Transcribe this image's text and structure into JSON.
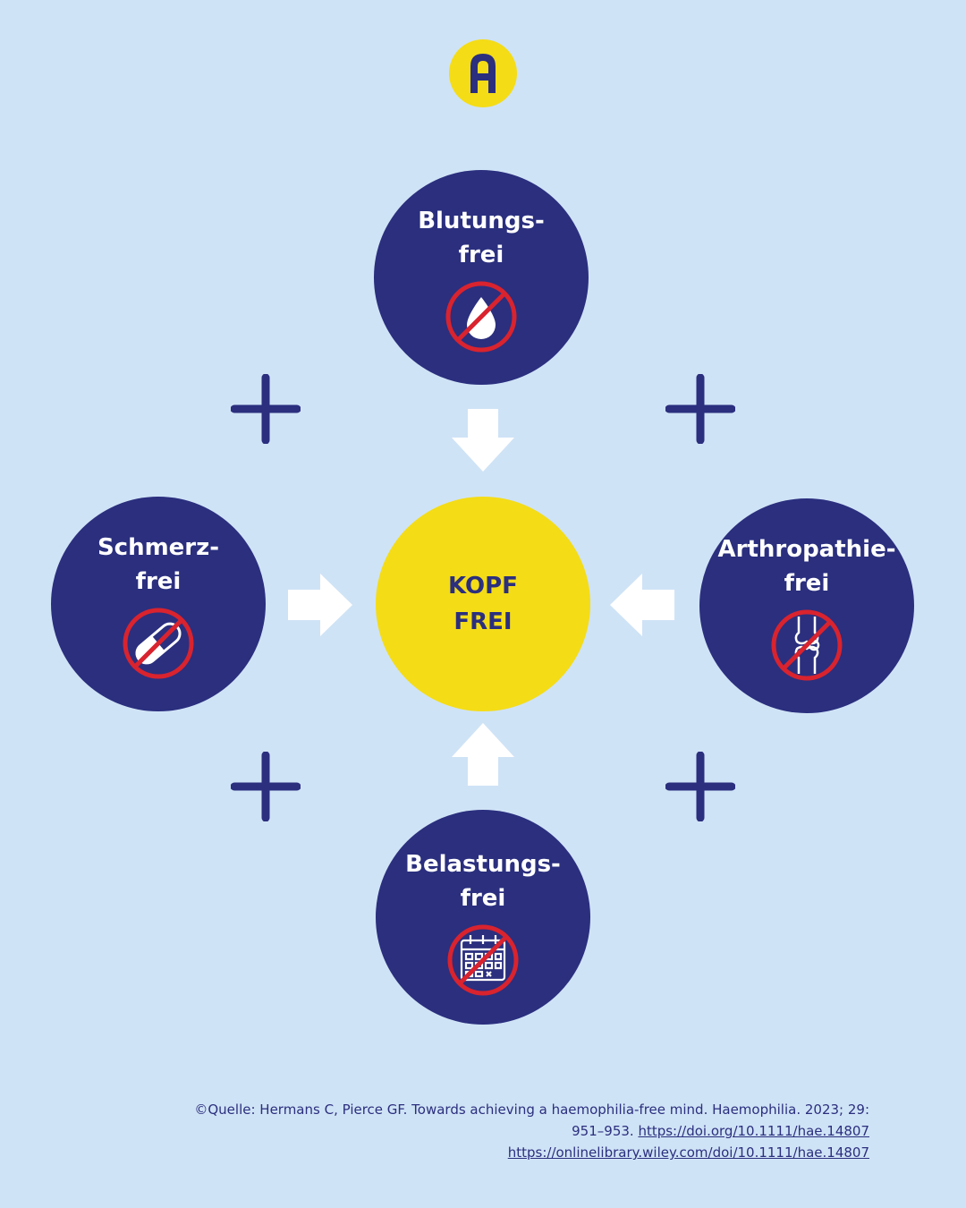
{
  "logo": {
    "letter": "A",
    "color": "#f4dc17"
  },
  "colors": {
    "navy": "#2b2f7e",
    "yellow": "#f4dc17",
    "background": "#cfe3f6",
    "red": "#d9232e"
  },
  "center": {
    "line1": "KOPF",
    "line2": "FREI"
  },
  "nodes": {
    "top": {
      "line1": "Blutungs-",
      "line2": "frei",
      "icon": "no-blood-drop-icon"
    },
    "left": {
      "line1": "Schmerz-",
      "line2": "frei",
      "icon": "no-pill-icon"
    },
    "right": {
      "line1": "Arthropathie-",
      "line2": "frei",
      "icon": "no-joint-icon"
    },
    "bottom": {
      "line1": "Belastungs-",
      "line2": "frei",
      "icon": "no-calendar-icon"
    }
  },
  "source": {
    "line1": "©Quelle: Hermans C, Pierce GF. Towards achieving a haemophilia-free mind. Haemophilia. 2023; 29:",
    "line2_prefix": "951–953. ",
    "link1": "https://doi.org/10.1111/hae.14807",
    "link2": "https://onlinelibrary.wiley.com/doi/10.1111/hae.14807"
  }
}
